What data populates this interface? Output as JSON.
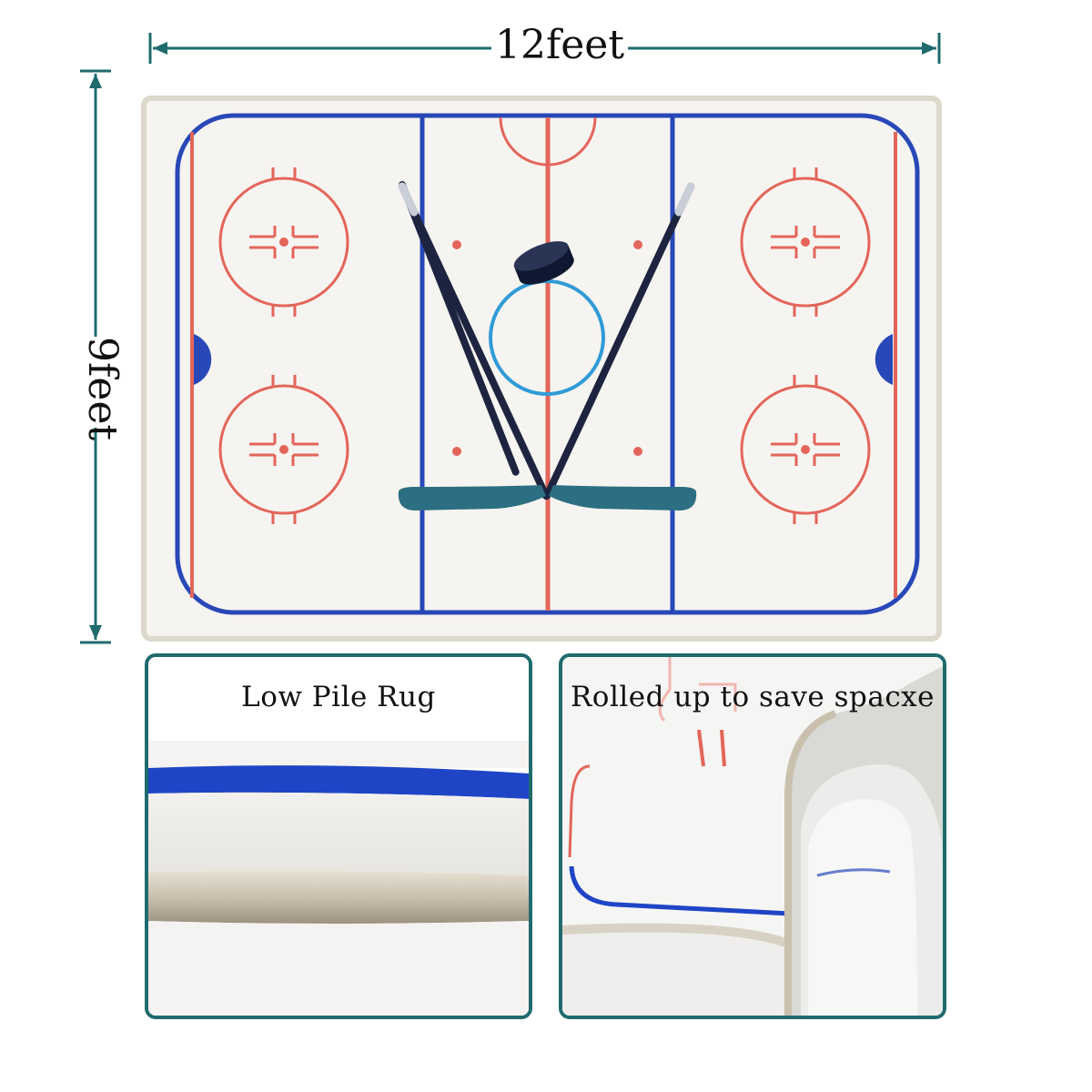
{
  "dimensions": {
    "width_label": "12feet",
    "height_label": "9feet"
  },
  "details": [
    {
      "caption": "Low Pile Rug"
    },
    {
      "caption": "Rolled up to save spacxe"
    }
  ],
  "colors": {
    "arrow_teal": "#1f6b6e",
    "rink_red": "#e3655a",
    "rink_blue": "#2848b8",
    "ice_blue": "#2f9bd6",
    "rug_white": "#f6f4f0",
    "rug_edge": "#ddd8cc",
    "stick_dark": "#1c2440",
    "blade_teal": "#2d6f82"
  }
}
